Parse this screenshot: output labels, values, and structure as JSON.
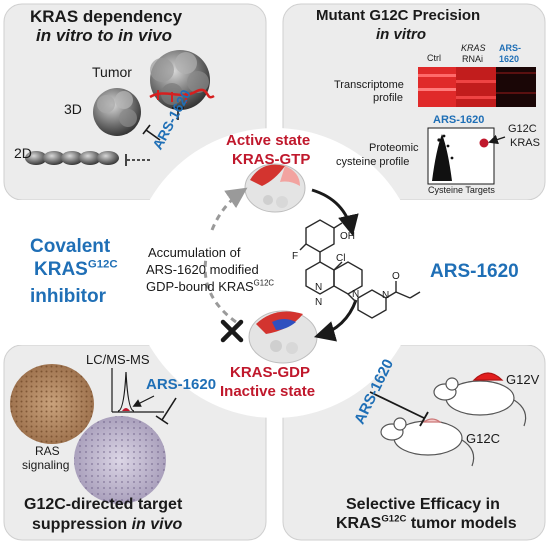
{
  "colors": {
    "panel_bg": "#ececec",
    "center_bg": "#ffffff",
    "blue": "#1f6fb6",
    "red": "#c0182c",
    "dark": "#1a1a1a"
  },
  "top_left": {
    "title_line1": "KRAS dependency",
    "title_line2": "in vitro to in vivo",
    "label_tumor": "Tumor",
    "label_3d": "3D",
    "label_2d": "2D",
    "drug": "ARS-1620"
  },
  "top_right": {
    "title_line1": "Mutant G12C Precision",
    "title_line2": "in vitro",
    "col_ctrl": "Ctrl",
    "col_kras": "KRAS",
    "col_rnai": "RNAi",
    "col_ars_1": "ARS-",
    "col_ars_2": "1620",
    "transcriptome_1": "Transcriptome",
    "transcriptome_2": "profile",
    "scatter_title": "ARS-1620",
    "proteomic_1": "Proteomic",
    "proteomic_2": "cysteine profile",
    "cysteine_targets": "Cysteine Targets",
    "g12c_1": "G12C",
    "g12c_2": "KRAS"
  },
  "left_mid": {
    "line1": "Covalent",
    "line2_main": "KRAS",
    "line2_sup": "G12C",
    "line3": "inhibitor"
  },
  "right_mid": {
    "label": "ARS-1620"
  },
  "center": {
    "active_1": "Active state",
    "active_2": "KRAS-GTP",
    "accum_1": "Accumulation of",
    "accum_2": "ARS-1620 modified",
    "accum_3_main": "GDP-bound KRAS",
    "accum_3_sup": "G12C",
    "inactive_1": "KRAS-GDP",
    "inactive_2": "Inactive state",
    "mol_oh": "OH",
    "mol_f": "F",
    "mol_cl": "Cl",
    "mol_o": "O",
    "mol_n1": "N",
    "mol_n2": "N",
    "mol_n3": "N",
    "mol_n4": "N"
  },
  "bottom_left": {
    "lcms": "LC/MS-MS",
    "drug": "ARS-1620",
    "ras_1": "RAS",
    "ras_2": "signaling",
    "title_line1": "G12C-directed target",
    "title_line2_main": "suppression ",
    "title_line2_ital": "in vivo"
  },
  "bottom_right": {
    "drug": "ARS-1620",
    "g12v": "G12V",
    "g12c": "G12C",
    "title_line1": "Selective Efficacy in",
    "title_line2_main": "KRAS",
    "title_line2_sup": "G12C",
    "title_line2_end": " tumor models"
  }
}
